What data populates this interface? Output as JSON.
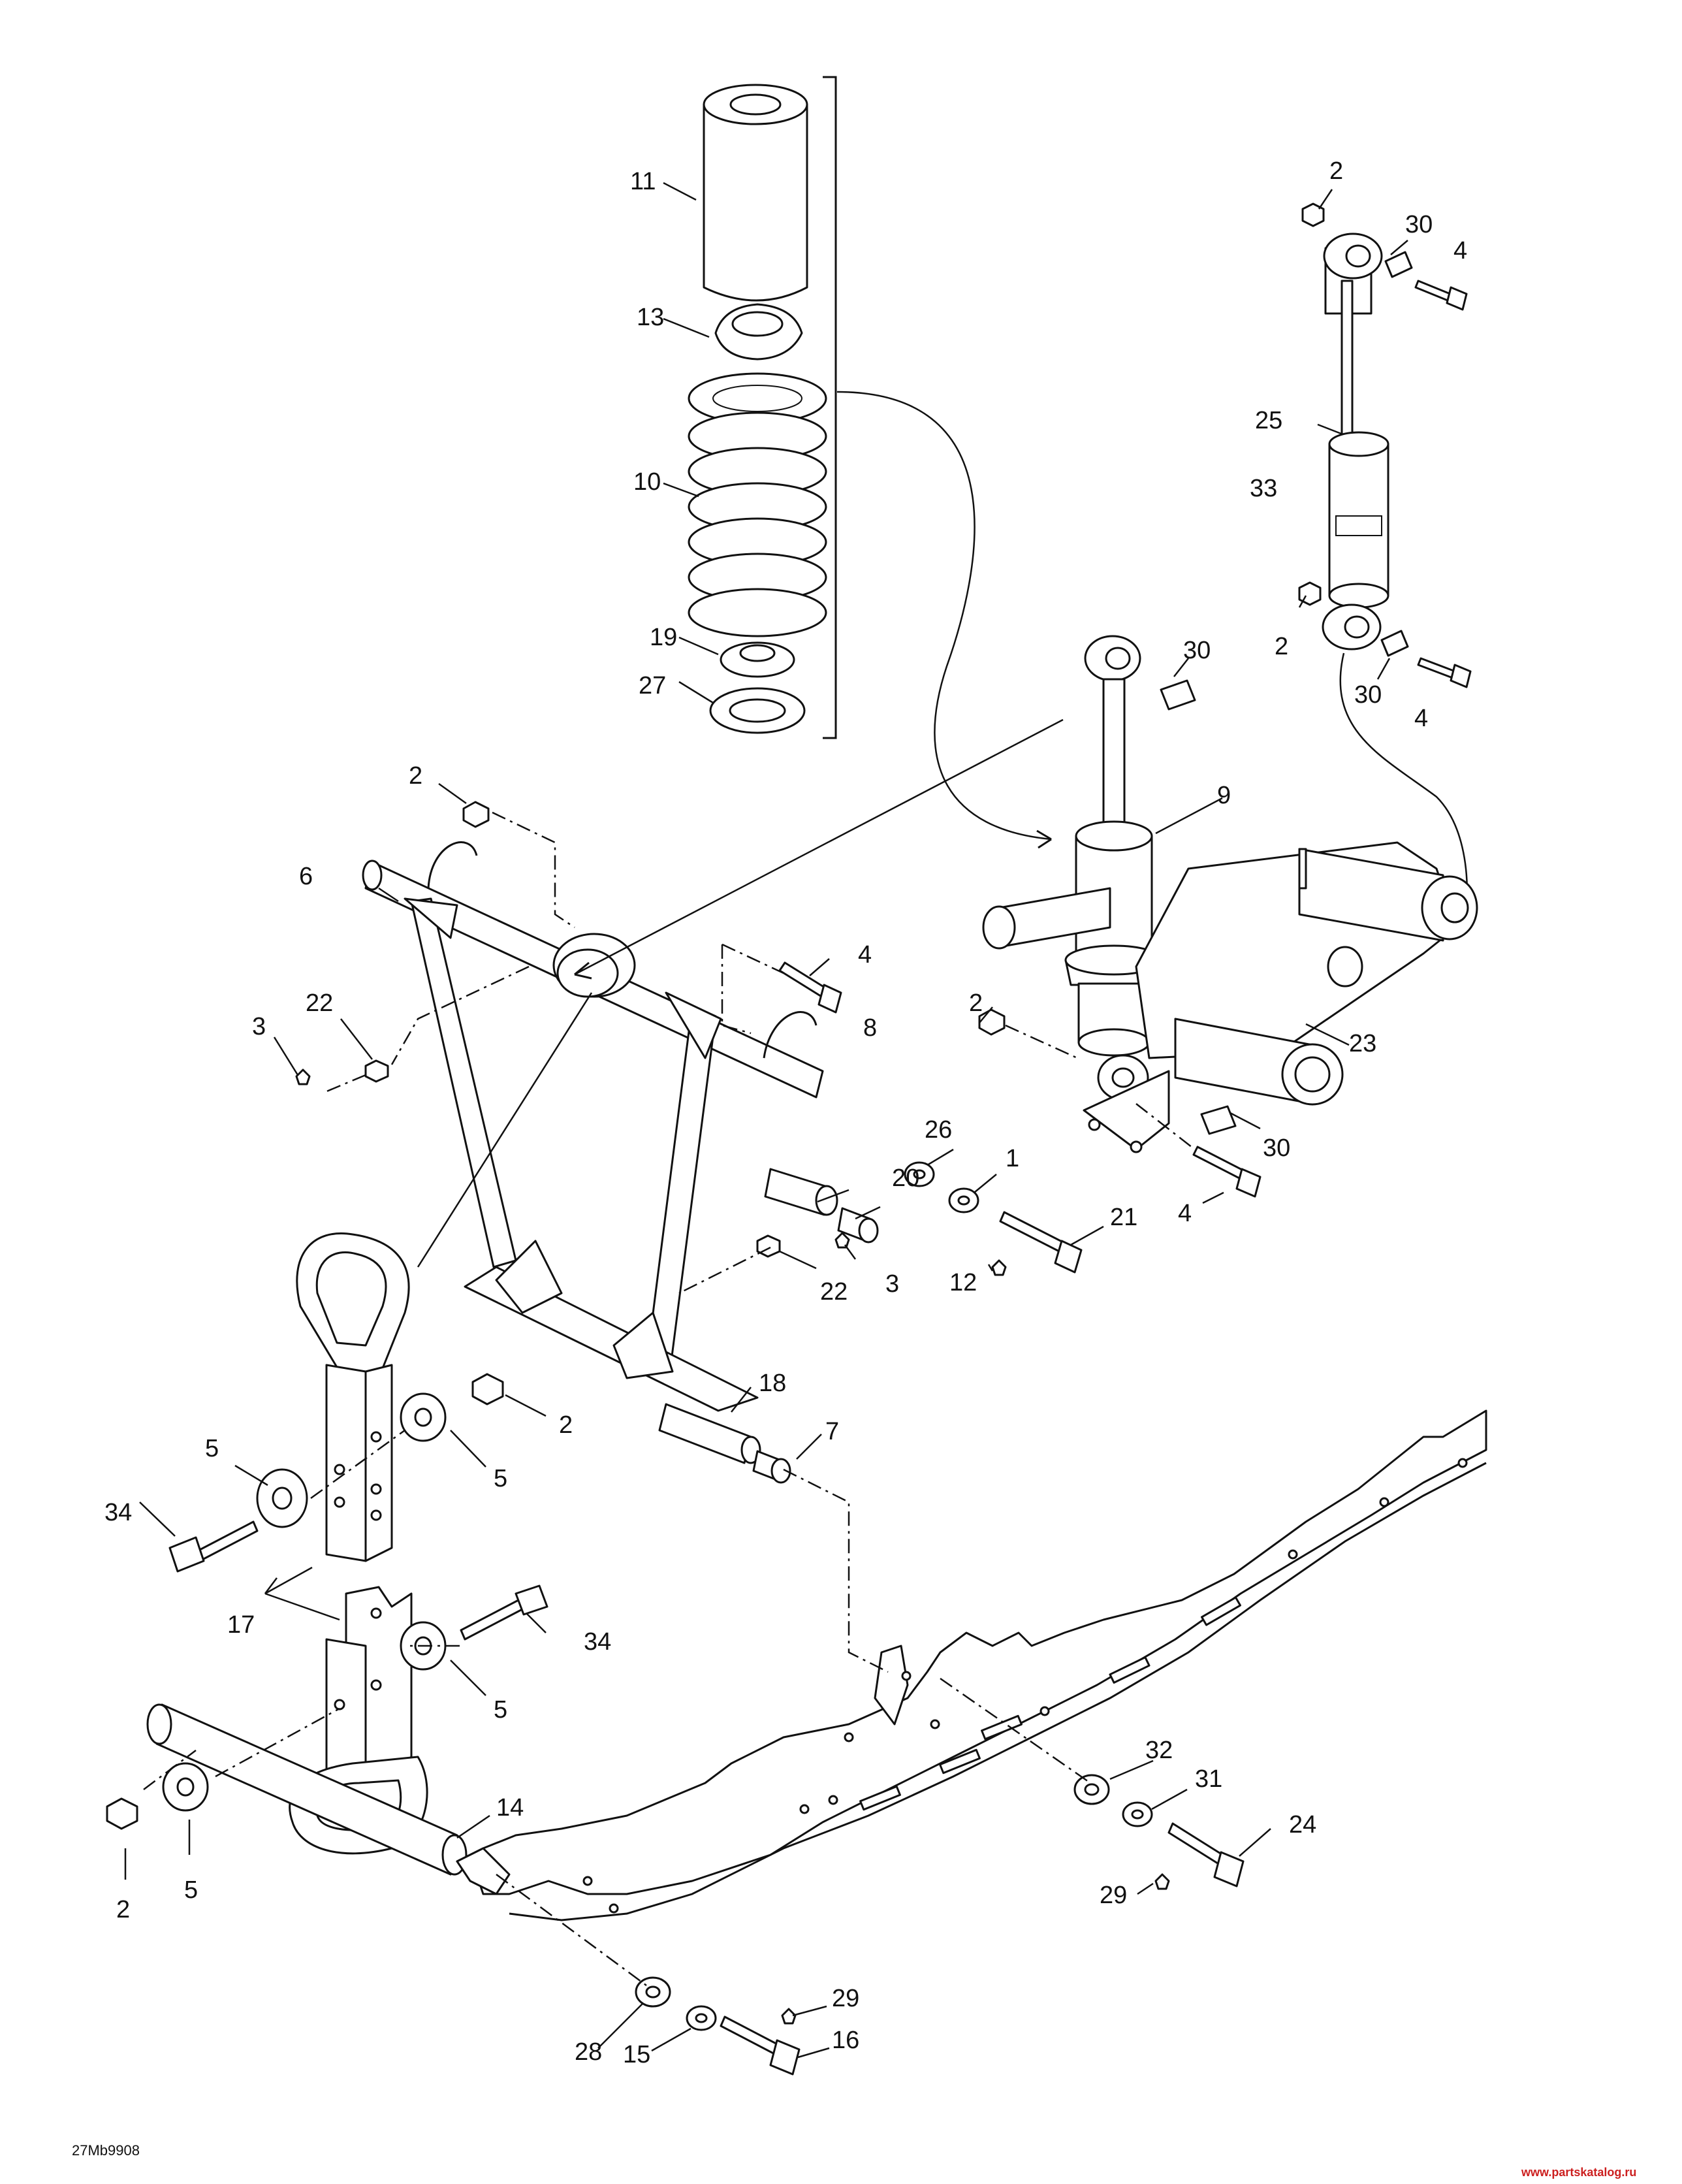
{
  "diagram": {
    "code": "27Mb9908",
    "watermark": "www.partskatalog.ru",
    "callouts": [
      {
        "id": "c11",
        "text": "11"
      },
      {
        "id": "c13",
        "text": "13"
      },
      {
        "id": "c10",
        "text": "10"
      },
      {
        "id": "c19",
        "text": "19"
      },
      {
        "id": "c27",
        "text": "27"
      },
      {
        "id": "c2a",
        "text": "2"
      },
      {
        "id": "c30a",
        "text": "30"
      },
      {
        "id": "c4a",
        "text": "4"
      },
      {
        "id": "c25",
        "text": "25"
      },
      {
        "id": "c33",
        "text": "33"
      },
      {
        "id": "c2b",
        "text": "2"
      },
      {
        "id": "c30b",
        "text": "30"
      },
      {
        "id": "c4b",
        "text": "4"
      },
      {
        "id": "c30c",
        "text": "30"
      },
      {
        "id": "c9",
        "text": "9"
      },
      {
        "id": "c2c",
        "text": "2"
      },
      {
        "id": "c6",
        "text": "6"
      },
      {
        "id": "c4c",
        "text": "4"
      },
      {
        "id": "c22a",
        "text": "22"
      },
      {
        "id": "c3a",
        "text": "3"
      },
      {
        "id": "c8",
        "text": "8"
      },
      {
        "id": "c20",
        "text": "20"
      },
      {
        "id": "c26",
        "text": "26"
      },
      {
        "id": "c1",
        "text": "1"
      },
      {
        "id": "c21",
        "text": "21"
      },
      {
        "id": "c12",
        "text": "12"
      },
      {
        "id": "c2d",
        "text": "2"
      },
      {
        "id": "c23",
        "text": "23"
      },
      {
        "id": "c30d",
        "text": "30"
      },
      {
        "id": "c4d",
        "text": "4"
      },
      {
        "id": "c22b",
        "text": "22"
      },
      {
        "id": "c3b",
        "text": "3"
      },
      {
        "id": "c18",
        "text": "18"
      },
      {
        "id": "c7",
        "text": "7"
      },
      {
        "id": "c2e",
        "text": "2"
      },
      {
        "id": "c5a",
        "text": "5"
      },
      {
        "id": "c5b",
        "text": "5"
      },
      {
        "id": "c34a",
        "text": "34"
      },
      {
        "id": "c17",
        "text": "17"
      },
      {
        "id": "c34b",
        "text": "34"
      },
      {
        "id": "c5c",
        "text": "5"
      },
      {
        "id": "c14",
        "text": "14"
      },
      {
        "id": "c2f",
        "text": "2"
      },
      {
        "id": "c5d",
        "text": "5"
      },
      {
        "id": "c32",
        "text": "32"
      },
      {
        "id": "c31",
        "text": "31"
      },
      {
        "id": "c24",
        "text": "24"
      },
      {
        "id": "c29a",
        "text": "29"
      },
      {
        "id": "c28",
        "text": "28"
      },
      {
        "id": "c15",
        "text": "15"
      },
      {
        "id": "c29b",
        "text": "29"
      },
      {
        "id": "c16",
        "text": "16"
      }
    ]
  }
}
